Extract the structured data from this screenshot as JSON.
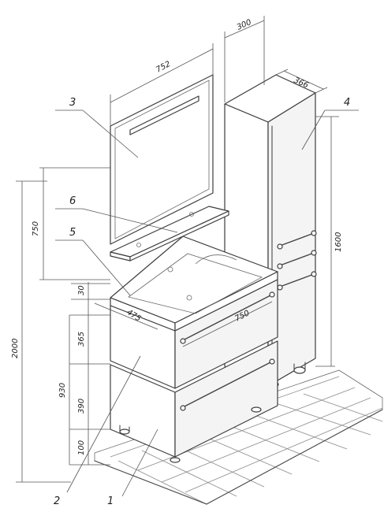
{
  "dimensions": {
    "mirror_width": "752",
    "cabinet_depth": "300",
    "cabinet_width": "366",
    "mirror_height": "750",
    "total_height": "2000",
    "cabinet_height": "1600",
    "top_thickness": "30",
    "drawer_top_height": "365",
    "vanity_height": "930",
    "drawer_bottom_height": "390",
    "leg_height": "100",
    "vanity_depth": "475",
    "vanity_width": "750"
  },
  "callouts": [
    "1",
    "2",
    "3",
    "4",
    "5",
    "6"
  ]
}
